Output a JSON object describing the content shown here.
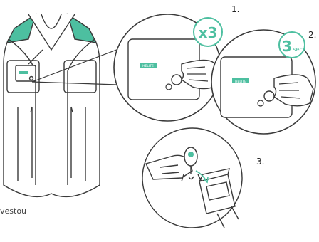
{
  "steps": {
    "step1": "1.",
    "step2": "2.",
    "step3": "3."
  },
  "callouts": {
    "press_count": "x3",
    "hold_seconds": "3",
    "hold_unit": "sec"
  },
  "device": {
    "brand": "HELITE"
  },
  "caption_fragment": "vestou",
  "colors": {
    "accent": "#4dbfa0",
    "line": "#3a3a3a",
    "device_fill": "#ffffff"
  }
}
